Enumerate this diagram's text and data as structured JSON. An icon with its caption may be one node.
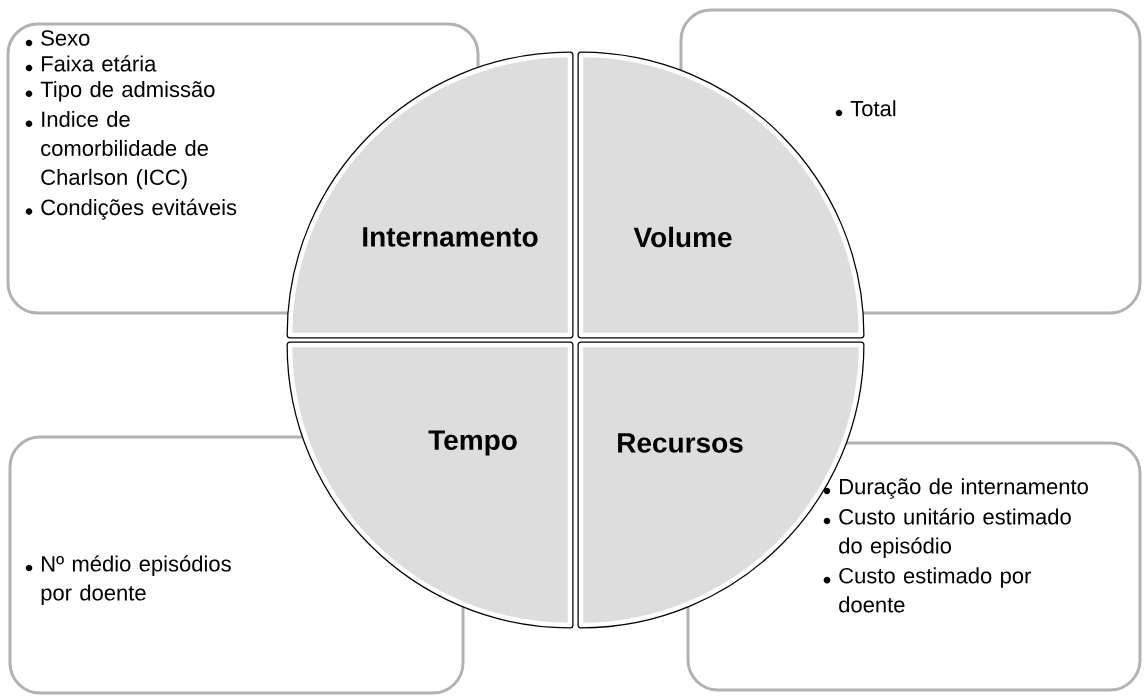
{
  "diagram": {
    "nodes": [
      {
        "text": [
          "Sexo",
          "Faixa etária",
          "Tipo de admissão",
          "Indice de comorbilidade de Charlson (ICC)",
          "Condições evitáveis"
        ]
      },
      {
        "text": [
          "Internamento"
        ]
      },
      {
        "text": [
          "Volume"
        ]
      },
      {
        "text": [
          "Total"
        ]
      },
      {
        "text": [
          "Nº médio episódios por doente"
        ]
      },
      {
        "text": [
          "Tempo"
        ]
      },
      {
        "text": [
          "Recursos"
        ]
      },
      {
        "text": [
          "Duração de internamento",
          "Custo unitário estimado do episódio",
          "Custo estimado por doente"
        ]
      }
    ]
  }
}
